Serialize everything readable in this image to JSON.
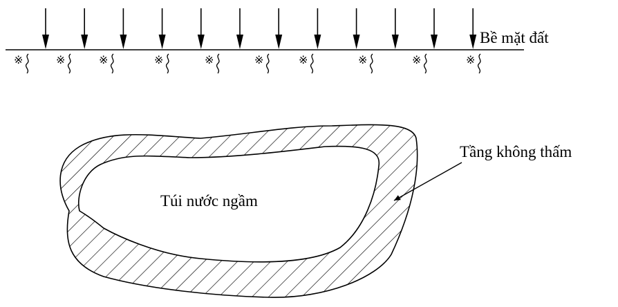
{
  "labels": {
    "ground_surface": "Bề mặt đất",
    "impermeable_layer": "Tầng không thấm",
    "groundwater_pocket": "Túi nước ngầm"
  },
  "diagram": {
    "rain_arrow_count": 12,
    "soil_symbol_count": 10,
    "soil_symbol_glyph": "※",
    "stroke_color": "#000000"
  }
}
